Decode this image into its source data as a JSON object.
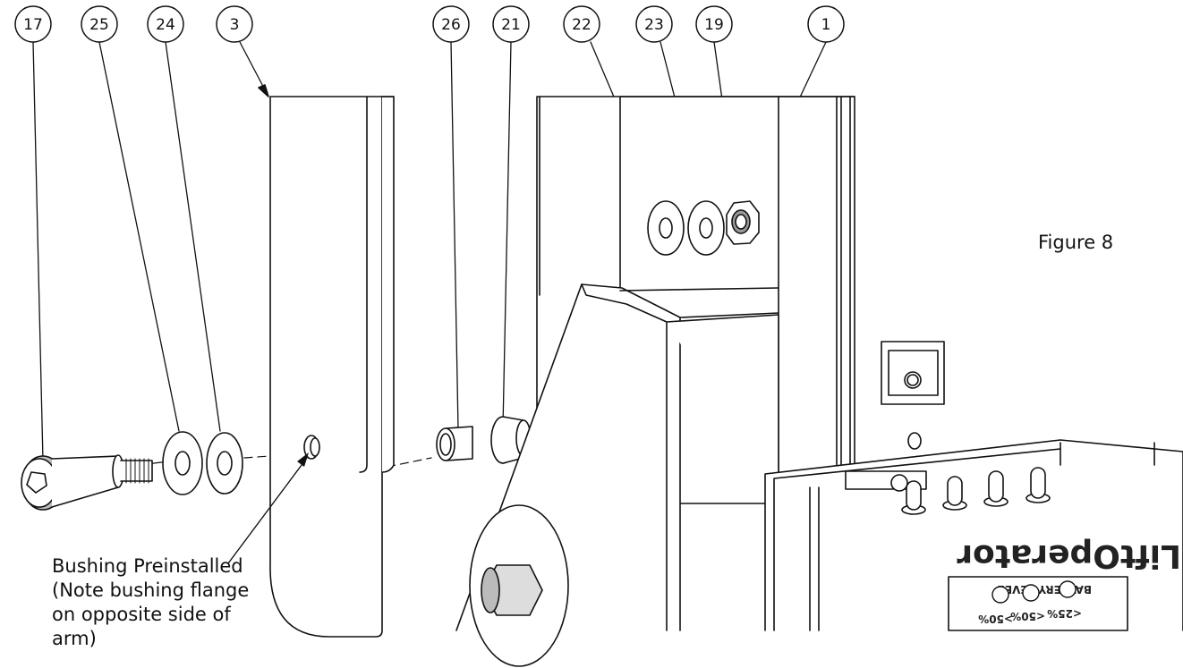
{
  "balloons": [
    {
      "id": "balloon-17",
      "label": "17"
    },
    {
      "id": "balloon-25",
      "label": "25"
    },
    {
      "id": "balloon-24",
      "label": "24"
    },
    {
      "id": "balloon-3",
      "label": "3"
    },
    {
      "id": "balloon-26",
      "label": "26"
    },
    {
      "id": "balloon-21",
      "label": "21"
    },
    {
      "id": "balloon-22",
      "label": "22"
    },
    {
      "id": "balloon-23",
      "label": "23"
    },
    {
      "id": "balloon-19",
      "label": "19"
    },
    {
      "id": "balloon-1",
      "label": "1"
    }
  ],
  "callout": {
    "lines": [
      "Bushing Preinstalled",
      "(Note bushing flange",
      "on opposite side of",
      "arm)"
    ]
  },
  "figure_label": "Figure 8",
  "product_logo": "LiftOperator",
  "battery_panel": {
    "title": "BATTERY LEVEL",
    "levels": [
      ">50%",
      "<50%",
      "<25%"
    ]
  }
}
